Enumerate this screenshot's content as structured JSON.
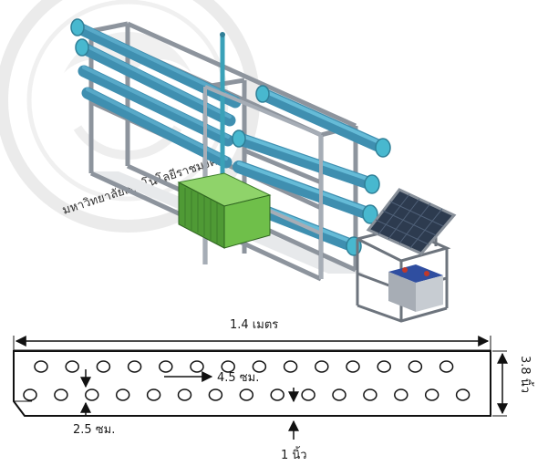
{
  "figure": {
    "watermark_text": "มหาวิทยาลัยเทคโนโลยีราชมงคล",
    "colors": {
      "frame": "#a6adb6",
      "frame_dark": "#6d747d",
      "pipe": "#3f8fb0",
      "pipe_cap": "#48b8cf",
      "pump_box": "#6fbf4a",
      "pump_dark": "#3e7f2b",
      "solar_panel": "#2d3b4f",
      "battery": "#b9bfc7",
      "battery_top": "#2f4ea0",
      "terminal": "#c0392b",
      "watermark": "#e6e6e6",
      "line": "#111111",
      "hole": "#111111"
    },
    "dimensions": {
      "length": "1.4 เมตร",
      "height": "3.8 นิ้ว",
      "hole_spacing": "4.5 ซม.",
      "hole_diameter": "2.5 ซม.",
      "bottom_gap": "1 นิ้ว"
    },
    "holes": {
      "top_row_count": 14,
      "bottom_row_count": 15
    }
  }
}
